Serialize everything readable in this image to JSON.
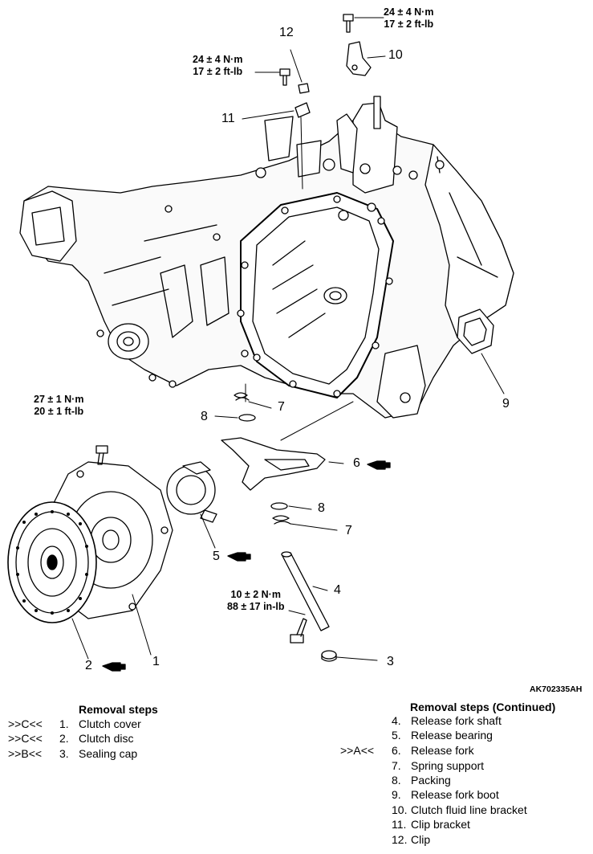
{
  "figure_id": "AK702335AH",
  "callouts": {
    "c1": "1",
    "c2": "2",
    "c3": "3",
    "c4": "4",
    "c5": "5",
    "c6": "6",
    "c7a": "7",
    "c7b": "7",
    "c8a": "8",
    "c8b": "8",
    "c9": "9",
    "c10": "10",
    "c11": "11",
    "c12": "12"
  },
  "torques": {
    "t_bracket10": {
      "nm": "24 ± 4 N·m",
      "imperial": "17 ± 2 ft-lb"
    },
    "t_clip11": {
      "nm": "24 ± 4 N·m",
      "imperial": "17 ± 2 ft-lb"
    },
    "t_cover": {
      "nm": "27 ± 1 N·m",
      "imperial": "20 ± 1 ft-lb"
    },
    "t_shaft": {
      "nm": "10 ± 2 N·m",
      "imperial": "88 ± 17 in-lb"
    }
  },
  "removal_steps_left": {
    "title": "Removal steps",
    "items": [
      {
        "ref": ">>C<<",
        "num": "1.",
        "label": "Clutch cover"
      },
      {
        "ref": ">>C<<",
        "num": "2.",
        "label": "Clutch disc"
      },
      {
        "ref": ">>B<<",
        "num": "3.",
        "label": "Sealing cap"
      }
    ]
  },
  "removal_steps_right": {
    "title": "Removal steps (Continued)",
    "items": [
      {
        "ref": "",
        "num": "4.",
        "label": "Release fork shaft"
      },
      {
        "ref": "",
        "num": "5.",
        "label": "Release bearing"
      },
      {
        "ref": ">>A<<",
        "num": "6.",
        "label": "Release fork"
      },
      {
        "ref": "",
        "num": "7.",
        "label": "Spring support"
      },
      {
        "ref": "",
        "num": "8.",
        "label": "Packing"
      },
      {
        "ref": "",
        "num": "9.",
        "label": "Release fork boot"
      },
      {
        "ref": "",
        "num": "10.",
        "label": "Clutch fluid line bracket"
      },
      {
        "ref": "",
        "num": "11.",
        "label": "Clip bracket"
      },
      {
        "ref": "",
        "num": "12.",
        "label": "Clip"
      }
    ]
  }
}
